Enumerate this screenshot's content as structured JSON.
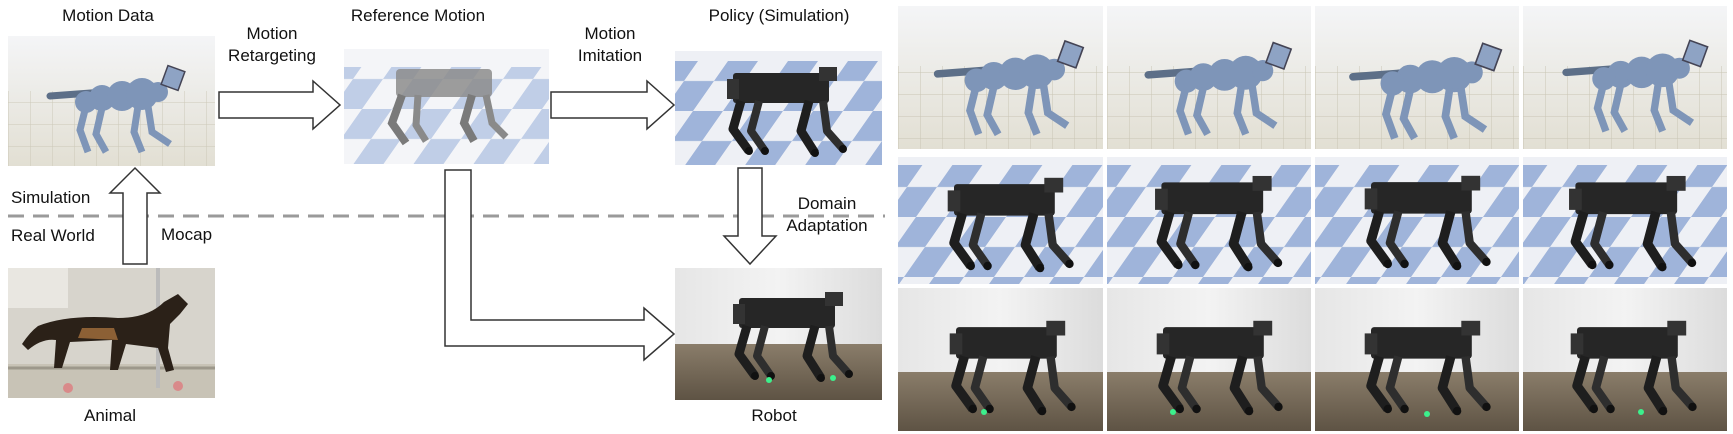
{
  "titles": {
    "motion_data": "Motion Data",
    "reference_motion": "Reference Motion",
    "policy_simulation": "Policy (Simulation)"
  },
  "arrows": {
    "retargeting_line1": "Motion",
    "retargeting_line2": "Retargeting",
    "imitation_line1": "Motion",
    "imitation_line2": "Imitation",
    "mocap": "Mocap",
    "domain_line1": "Domain",
    "domain_line2": "Adaptation"
  },
  "divider": {
    "simulation": "Simulation",
    "real_world": "Real World"
  },
  "captions": {
    "animal": "Animal",
    "robot": "Robot"
  },
  "grid": {
    "rows": [
      "motion-data-sequence",
      "simulation-policy-sequence",
      "real-robot-sequence"
    ],
    "columns": 4
  },
  "colors": {
    "floor_grid": "#d9d6c8",
    "checker_blue": "#9fb4da",
    "checker_white": "#eef0f5",
    "robot_dark": "#2a2a2a",
    "skeleton_blue": "#6f87a8",
    "real_floor": "#7c7060",
    "divider": "#9a9a9a"
  }
}
